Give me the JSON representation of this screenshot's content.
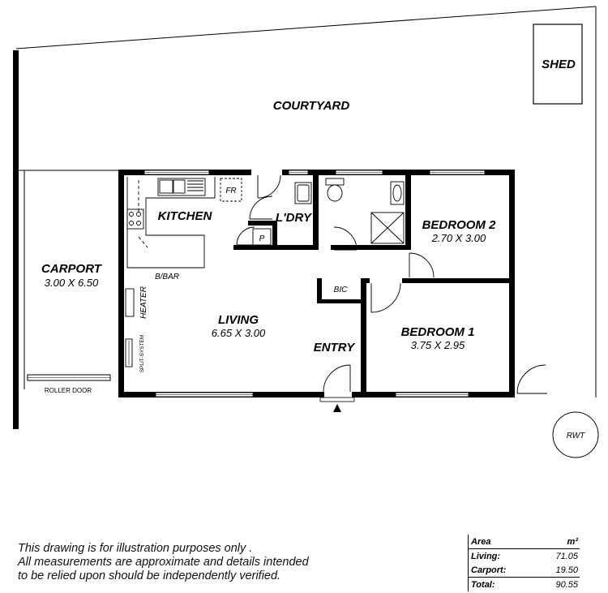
{
  "rooms": {
    "courtyard": {
      "name": "COURTYARD"
    },
    "shed": {
      "name": "SHED"
    },
    "carport": {
      "name": "CARPORT",
      "dims": "3.00 X 6.50"
    },
    "kitchen": {
      "name": "KITCHEN"
    },
    "laundry": {
      "name": "L'DRY"
    },
    "bedroom2": {
      "name": "BEDROOM 2",
      "dims": "2.70 X 3.00"
    },
    "living": {
      "name": "LIVING",
      "dims": "6.65 X 3.00"
    },
    "entry": {
      "name": "ENTRY"
    },
    "bedroom1": {
      "name": "BEDROOM 1",
      "dims": "3.75 X 2.95"
    }
  },
  "fixtures": {
    "fridge": "FR",
    "pantry": "P",
    "bic": "BIC",
    "breakfast_bar": "B/BAR",
    "heater": "HEATER",
    "split_system": "SPLIT-SYSTEM",
    "roller_door": "ROLLER DOOR",
    "rainwater_tank": "RWT"
  },
  "disclaimer": [
    "This drawing is for illustration purposes only .",
    "All measurements are approximate and details intended",
    "to be relied upon should be independently verified."
  ],
  "area_table": {
    "header_label": "Area",
    "header_unit": "m²",
    "rows": [
      {
        "label": "Living:",
        "value": "71.05"
      },
      {
        "label": "Carport:",
        "value": "19.50"
      }
    ],
    "total": {
      "label": "Total:",
      "value": "90.55"
    }
  }
}
